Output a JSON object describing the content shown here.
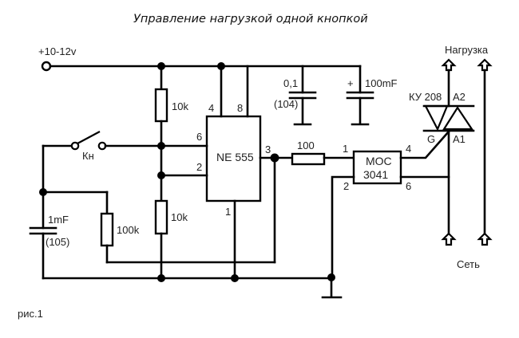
{
  "title": "Управление нагрузкой одной кнопкой",
  "figure_caption": "рис.1",
  "power": {
    "supply_label": "+10-12v"
  },
  "components": {
    "r_top": {
      "value": "10k"
    },
    "r_bottom": {
      "value": "10k"
    },
    "r_timing": {
      "value": "100k"
    },
    "r_series": {
      "value": "100"
    },
    "c_timing": {
      "value": "1mF",
      "code": "(105)"
    },
    "c_bypass": {
      "value": "0,1",
      "code": "(104)"
    },
    "c_electrolytic": {
      "value": "100mF",
      "polarity": "+"
    },
    "switch": {
      "label": "Кн"
    },
    "timer_ic": {
      "name": "NE 555",
      "pins": {
        "p4": "4",
        "p8": "8",
        "p6": "6",
        "p2": "2",
        "p3": "3",
        "p1": "1"
      }
    },
    "optocoupler": {
      "name_line1": "MOC",
      "name_line2": "3041",
      "pins": {
        "p1": "1",
        "p2": "2",
        "p4": "4",
        "p6": "6"
      }
    },
    "triac": {
      "name": "КУ 208",
      "pins": {
        "a2": "A2",
        "a1": "A1",
        "g": "G"
      }
    }
  },
  "terminals": {
    "load_label": "Нагрузка",
    "mains_label": "Сеть"
  }
}
